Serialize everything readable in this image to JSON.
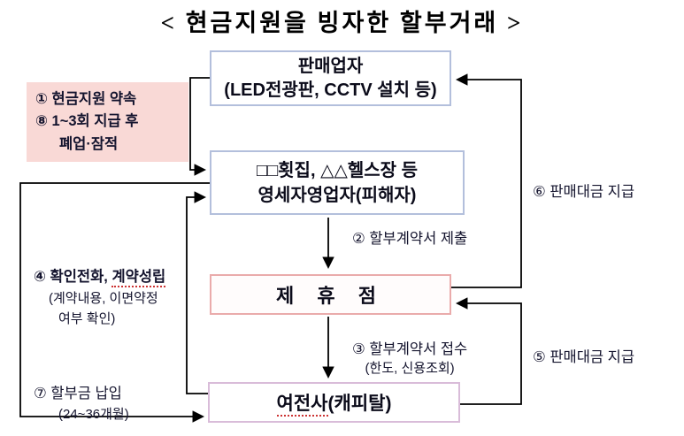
{
  "title": "< 현금지원을 빙자한 할부거래 >",
  "boxes": {
    "seller": {
      "line1": "판매업자",
      "line2": "(LED전광판, CCTV 설치 등)"
    },
    "promise": {
      "line1": "① 현금지원 약속",
      "line2": "⑧ 1~3회 지급 후",
      "line3": "폐업·잠적"
    },
    "merchant": {
      "line1": "□□횟집, △△헬스장 등",
      "line2": "영세자영업자(피해자)"
    },
    "partner": {
      "line1": "제 휴 점"
    },
    "capital": {
      "underlined": "여전사",
      "rest": "(캐피탈)"
    }
  },
  "labels": {
    "step2": "② 할부계약서 제출",
    "step3_line1": "③ 할부계약서 접수",
    "step3_line2": "(한도, 신용조회)",
    "step4_prefix": "④ 확인전화, ",
    "step4_underlined": "계약성립",
    "step4_line2": "(계약내용, 이면약정",
    "step4_line3": "여부 확인)",
    "step5": "⑤ 판매대금 지급",
    "step6": "⑥ 판매대금 지급",
    "step7_line1": "⑦ 할부금 납입",
    "step7_line2": "(24~36개월)"
  },
  "colors": {
    "box_border_blue": "#b3bfdc",
    "box_border_pink": "#eaabab",
    "box_border_purple": "#d9bcd9",
    "promise_fill": "#f9d9d6",
    "underline_red": "#cc3333",
    "line_black": "#000000"
  }
}
